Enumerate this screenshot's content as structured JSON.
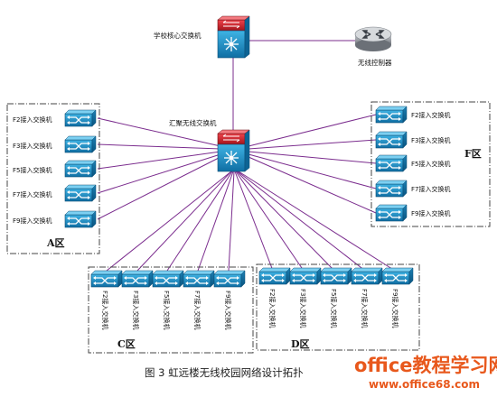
{
  "core": {
    "label": "学校核心交换机"
  },
  "wireless_controller": {
    "label": "无线控制器"
  },
  "aggregation": {
    "label": "汇聚无线交换机"
  },
  "zones": {
    "A": {
      "name": "A区",
      "switches": [
        "F2接入交换机",
        "F3接入交换机",
        "F5接入交换机",
        "F7接入交换机",
        "F9接入交换机"
      ]
    },
    "F": {
      "name": "F区",
      "switches": [
        "F2接入交换机",
        "F3接入交换机",
        "F5接入交换机",
        "F7接入交换机",
        "F9接入交换机"
      ]
    },
    "C": {
      "name": "C区",
      "switches": [
        "F2接入交换机",
        "F3接入交换机",
        "F5接入交换机",
        "F7接入交换机",
        "F9接入交换机"
      ]
    },
    "D": {
      "name": "D区",
      "switches": [
        "F2接入交换机",
        "F3接入交换机",
        "F5接入交换机",
        "F7接入交换机",
        "F9接入交换机"
      ]
    }
  },
  "caption": "图 3  虹远楼无线校园网络设计拓扑",
  "watermark": {
    "main": "office教程学习网",
    "url": "www.office68.com"
  },
  "colors": {
    "link": "#7b2d8e",
    "switch_blue": "#1f8fc6",
    "router_red": "#d9232d",
    "zone_border": "#444444"
  }
}
